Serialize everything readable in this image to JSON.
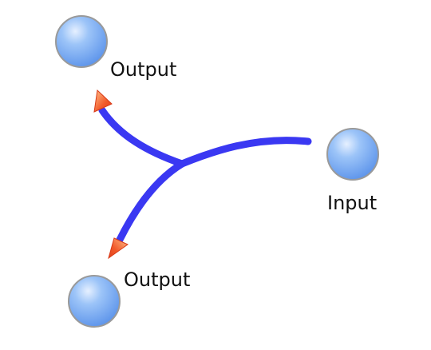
{
  "diagram": {
    "nodes": {
      "input": {
        "label": "Input"
      },
      "output_top": {
        "label": "Output"
      },
      "output_bottom": {
        "label": "Output"
      }
    },
    "colors": {
      "edge": "#3a38f2",
      "arrowhead_fill": "#f25a2a",
      "arrowhead_highlight": "#ffc08a",
      "node_fill": "#6fa6f2",
      "node_highlight": "#e6f0ff",
      "node_border": "#9a9a9a"
    }
  }
}
